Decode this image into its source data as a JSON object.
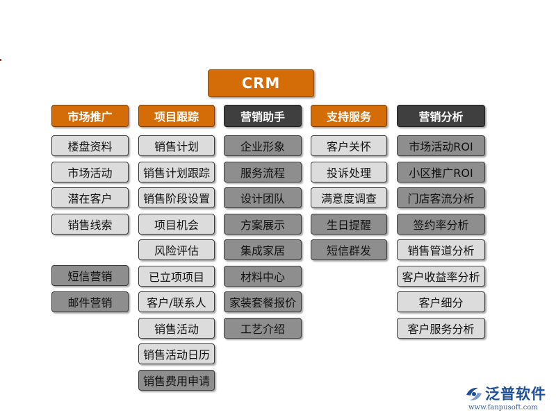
{
  "root": "CRM",
  "columns": [
    {
      "header": "市场推广",
      "header_style": "orange",
      "items": [
        {
          "label": "楼盘资料",
          "style": "light"
        },
        {
          "label": "市场活动",
          "style": "light"
        },
        {
          "label": "潜在客户",
          "style": "light"
        },
        {
          "label": "销售线索",
          "style": "light"
        },
        {
          "label": "短信营销",
          "style": "grey"
        },
        {
          "label": "邮件营销",
          "style": "grey"
        }
      ]
    },
    {
      "header": "项目跟踪",
      "header_style": "orange",
      "items": [
        {
          "label": "销售计划",
          "style": "light"
        },
        {
          "label": "销售计划跟踪",
          "style": "light"
        },
        {
          "label": "销售阶段设置",
          "style": "light"
        },
        {
          "label": "项目机会",
          "style": "light"
        },
        {
          "label": "风险评估",
          "style": "light"
        },
        {
          "label": "已立项项目",
          "style": "light"
        },
        {
          "label": "客户/联系人",
          "style": "light"
        },
        {
          "label": "销售活动",
          "style": "light"
        },
        {
          "label": "销售活动日历",
          "style": "light"
        },
        {
          "label": "销售费用申请",
          "style": "grey"
        }
      ]
    },
    {
      "header": "营销助手",
      "header_style": "dark",
      "items": [
        {
          "label": "企业形象",
          "style": "grey"
        },
        {
          "label": "服务流程",
          "style": "grey"
        },
        {
          "label": "设计团队",
          "style": "grey"
        },
        {
          "label": "方案展示",
          "style": "grey"
        },
        {
          "label": "集成家居",
          "style": "grey"
        },
        {
          "label": "材料中心",
          "style": "grey"
        },
        {
          "label": "家装套餐报价",
          "style": "grey"
        },
        {
          "label": "工艺介绍",
          "style": "grey"
        }
      ]
    },
    {
      "header": "支持服务",
      "header_style": "orange",
      "items": [
        {
          "label": "客户关怀",
          "style": "light"
        },
        {
          "label": "投诉处理",
          "style": "light"
        },
        {
          "label": "满意度调查",
          "style": "light"
        },
        {
          "label": "生日提醒",
          "style": "grey"
        },
        {
          "label": "短信群发",
          "style": "grey"
        }
      ]
    },
    {
      "header": "营销分析",
      "header_style": "dark",
      "items": [
        {
          "label": "市场活动ROI",
          "style": "grey"
        },
        {
          "label": "小区推广ROI",
          "style": "grey"
        },
        {
          "label": "门店客流分析",
          "style": "grey"
        },
        {
          "label": "签约率分析",
          "style": "grey"
        },
        {
          "label": "销售管道分析",
          "style": "light"
        },
        {
          "label": "客户收益率分析",
          "style": "light"
        },
        {
          "label": "客户细分",
          "style": "light"
        },
        {
          "label": "客户服务分析",
          "style": "light"
        }
      ]
    }
  ],
  "logo": {
    "name": "泛普软件",
    "url": "www.fanpusoft.com",
    "icon": "fanpu-logo-icon",
    "color": "#1d4f9a"
  },
  "colors": {
    "accent_orange": "#d46c08",
    "header_dark": "#3f3f3f",
    "item_light": "#dcdcdc",
    "item_grey": "#8e8e8e"
  }
}
